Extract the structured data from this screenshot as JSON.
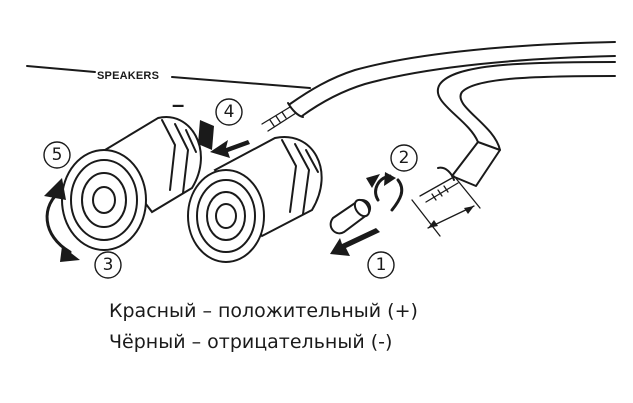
{
  "figure": {
    "panel_label": "SPEAKERS",
    "polarity_sign": "–",
    "steps": [
      "1",
      "2",
      "3",
      "4",
      "5"
    ]
  },
  "caption": {
    "line_1": "Красный – положительный (+)",
    "line_2": "Чёрный – отрицательный (-)"
  }
}
